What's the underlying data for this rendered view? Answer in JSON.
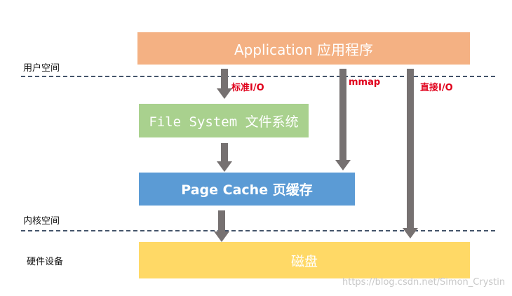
{
  "diagram": {
    "boxes": {
      "application": "Application 应用程序",
      "file_system": "File System 文件系统",
      "page_cache": "Page Cache 页缓存",
      "disk": "磁盘"
    },
    "side_labels": {
      "user_space": "用户空间",
      "kernel_space": "内核空间",
      "hardware": "硬件设备"
    },
    "arrow_labels": {
      "standard_io": "标准I/O",
      "mmap": "mmap",
      "direct_io": "直接I/O"
    },
    "colors": {
      "application": "#f4b183",
      "file_system": "#a9d18e",
      "page_cache": "#5b9bd5",
      "disk": "#ffd966",
      "arrow": "#767171",
      "arrow_label": "#e0001b",
      "dashed_line": "#44546a"
    }
  },
  "watermark": "https://blog.csdn.net/Simon_Crystin"
}
